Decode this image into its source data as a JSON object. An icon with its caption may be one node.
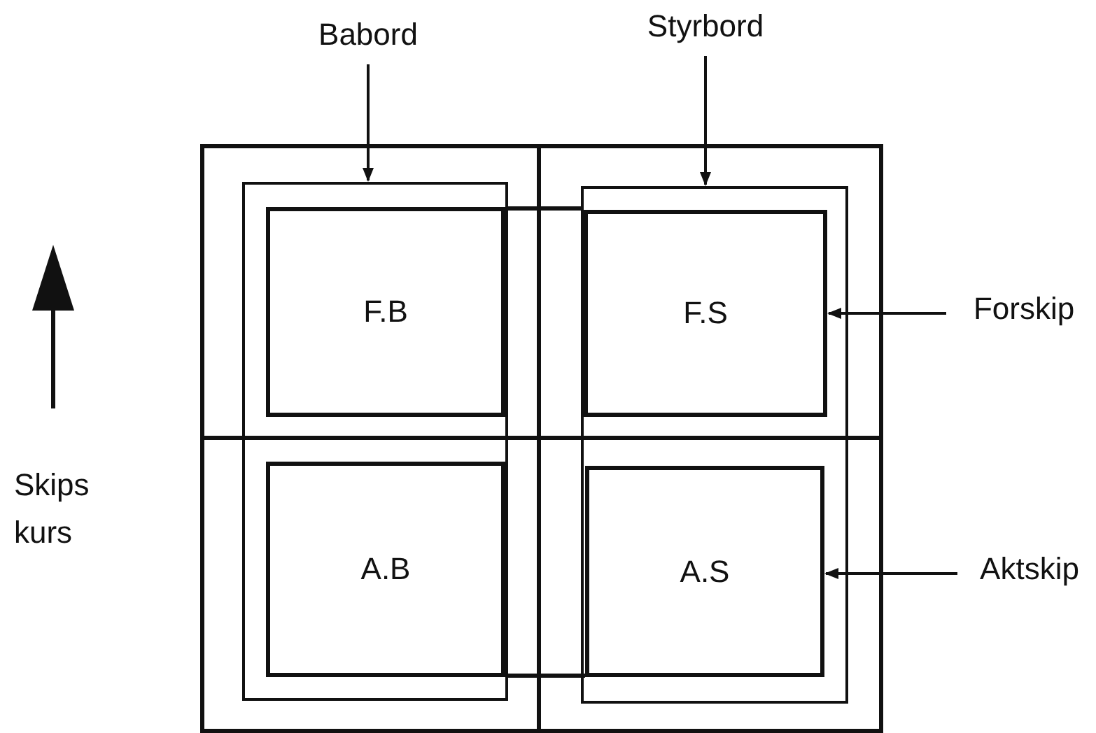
{
  "diagram": {
    "nodes": [
      {
        "text": [],
        "shape": "box"
      },
      {
        "text": [
          "Babord"
        ]
      },
      {
        "text": [
          "Styrbord"
        ]
      },
      {
        "text": [],
        "shape": "box",
        "in": 0
      },
      {
        "text": [],
        "shape": "box",
        "in": 0
      },
      {
        "text": [
          "F.B"
        ],
        "in": 3
      },
      {
        "text": [
          "F.S"
        ],
        "in": 4
      },
      {
        "text": [
          "A.B"
        ],
        "in": 3
      },
      {
        "text": [
          "A.S"
        ],
        "in": 4
      },
      {
        "text": [
          "Forskip"
        ]
      },
      {
        "text": [
          "Aktskip"
        ]
      }
    ],
    "edges": [
      {
        "from": 1,
        "to": 3,
        "arrow": "to"
      },
      {
        "from": 2,
        "to": 4,
        "arrow": "to"
      },
      {
        "from": 9,
        "to": 6,
        "arrow": "to"
      },
      {
        "from": 10,
        "to": 8,
        "arrow": "to"
      }
    ],
    "labels": [
      "Skips kurs"
    ]
  }
}
